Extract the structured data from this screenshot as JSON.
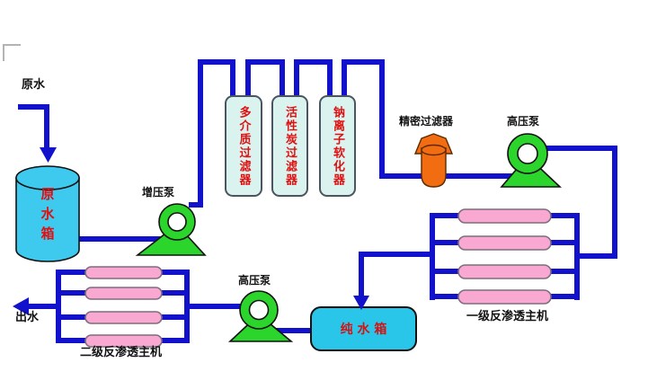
{
  "diagram": {
    "type": "process-flow",
    "labels": {
      "raw_water": "原水",
      "raw_water_tank": "原水箱",
      "booster_pump": "增压泵",
      "multimedia_filter": "多介质过滤器",
      "carbon_filter": "活性炭过滤器",
      "softener": "钠离子软化器",
      "precision_filter": "精密过滤器",
      "high_pressure_pump_1": "高压泵",
      "ro_stage1": "一级反渗透主机",
      "pure_water_tank": "纯 水 箱",
      "high_pressure_pump_2": "高压泵",
      "ro_stage2": "二级反渗透主机",
      "water_out": "出水"
    },
    "colors": {
      "pipe": "#1212cd",
      "pump_green": "#2bd52b",
      "tank_cyan": "#3ec9ef",
      "pure_tank_cyan": "#29c6ea",
      "tube_pink": "#f8a8d1",
      "column_fill": "#daf3ef",
      "filter_orange": "#f26c12",
      "text_red": "#e01010",
      "text_black": "#111111",
      "page_corner_gray": "#b4b4b4"
    }
  }
}
